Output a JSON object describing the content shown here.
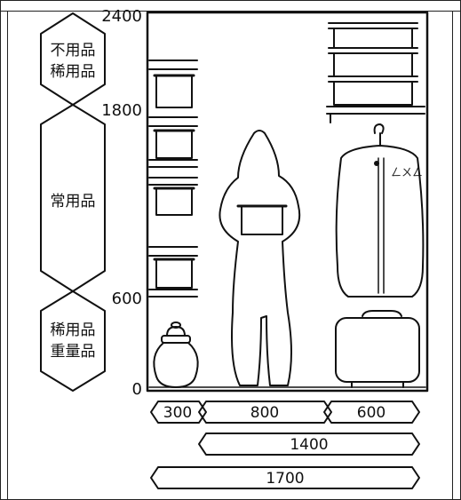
{
  "diagram": {
    "height_scale": {
      "top": "2400",
      "upper": "1800",
      "lower": "600",
      "bottom": "0"
    },
    "zones": {
      "top_line1": "不用品",
      "top_line2": "稀用品",
      "middle": "常用品",
      "bottom_line1": "稀用品",
      "bottom_line2": "重量品"
    },
    "widths": {
      "left_section": "300",
      "center_section": "800",
      "right_section": "600",
      "center_plus_right": "1400",
      "total": "1700"
    },
    "bag_tag": "ㄥㄨㄥ"
  }
}
